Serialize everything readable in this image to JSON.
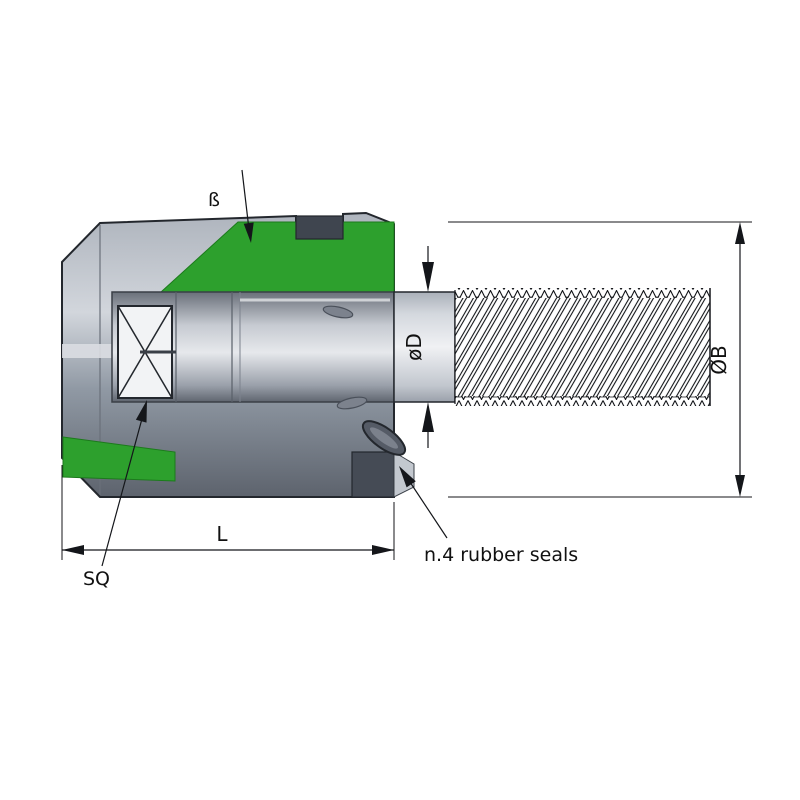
{
  "drawing": {
    "labels": {
      "taper_angle": "ß",
      "inner_diameter": "øD",
      "outer_diameter": "ØB",
      "length": "L",
      "square_socket": "SQ",
      "seals_note": "n.4 rubber seals"
    },
    "colors": {
      "section-green": "#2da02d",
      "metal-light": "#d2d6dc",
      "metal-dark": "#4b515b",
      "outline": "#23272d",
      "background": "#ffffff"
    }
  }
}
